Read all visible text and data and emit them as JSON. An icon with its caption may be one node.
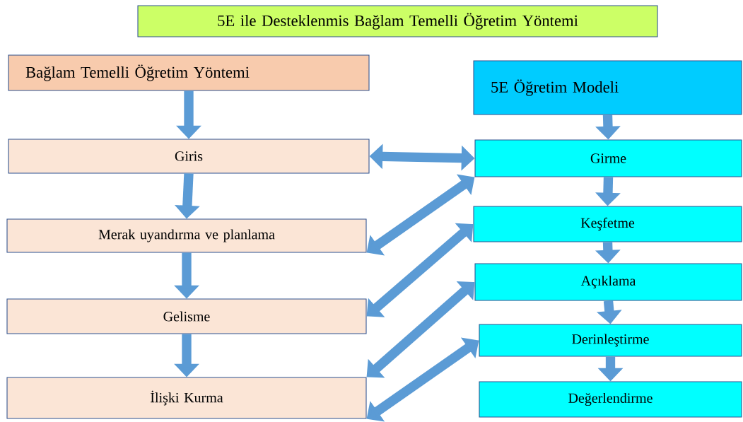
{
  "diagram": {
    "nodes": [
      {
        "text": [
          "5E ile Desteklenmis Bağlam Temelli Öğretim Yöntemi"
        ]
      },
      {
        "text": [
          "Bağlam Temelli Öğretim Yöntemi"
        ]
      },
      {
        "text": [
          "Giris"
        ]
      },
      {
        "text": [
          "Merak uyandırma ve planlama"
        ]
      },
      {
        "text": [
          "Gelisme"
        ]
      },
      {
        "text": [
          "İlişki Kurma"
        ]
      },
      {
        "text": [
          "5E Öğretim Modeli"
        ]
      },
      {
        "text": [
          "Girme"
        ]
      },
      {
        "text": [
          "Keşfetme"
        ]
      },
      {
        "text": [
          "Açıklama"
        ]
      },
      {
        "text": [
          "Derinleştirme"
        ]
      },
      {
        "text": [
          "Değerlendirme"
        ]
      }
    ],
    "edges": [
      {
        "from": 1,
        "to": 2,
        "arrow": "to"
      },
      {
        "from": 2,
        "to": 3,
        "arrow": "to"
      },
      {
        "from": 3,
        "to": 4,
        "arrow": "to"
      },
      {
        "from": 4,
        "to": 5,
        "arrow": "to"
      },
      {
        "from": 6,
        "to": 7,
        "arrow": "to"
      },
      {
        "from": 7,
        "to": 8,
        "arrow": "to"
      },
      {
        "from": 8,
        "to": 9,
        "arrow": "to"
      },
      {
        "from": 9,
        "to": 10,
        "arrow": "to"
      },
      {
        "from": 10,
        "to": 11,
        "arrow": "to"
      },
      {
        "from": 2,
        "to": 7,
        "arrow": "both"
      },
      {
        "from": 3,
        "to": 7,
        "arrow": "both"
      },
      {
        "from": 4,
        "to": 8,
        "arrow": "both"
      },
      {
        "from": 5,
        "to": 9,
        "arrow": "both"
      },
      {
        "from": 5,
        "to": 10,
        "arrow": "both"
      }
    ]
  }
}
